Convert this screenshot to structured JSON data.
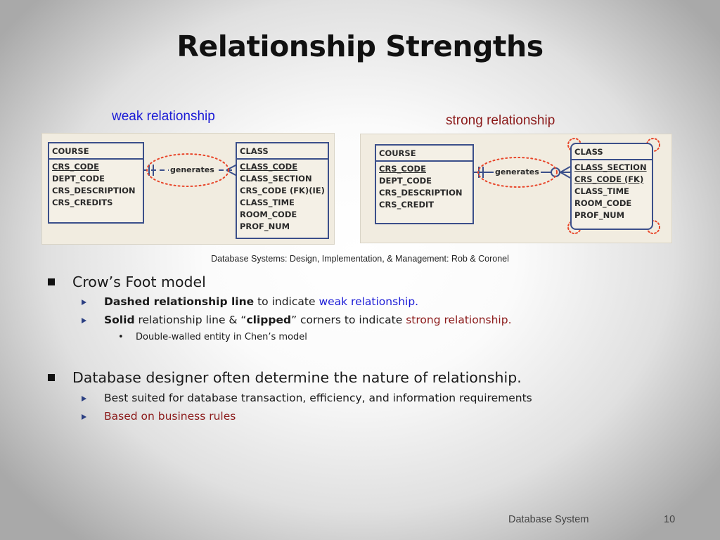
{
  "slide": {
    "title": "Relationship Strengths",
    "footer_text": "Database System",
    "page_number": "10"
  },
  "figure": {
    "weak_caption": "weak relationship",
    "strong_caption": "strong relationship",
    "citation": "Database Systems: Design, Implementation, & Management: Rob & Coronel",
    "weak": {
      "left_entity": {
        "name": "COURSE",
        "attributes": [
          "CRS_CODE",
          "DEPT_CODE",
          "CRS_DESCRIPTION",
          "CRS_CREDITS"
        ]
      },
      "right_entity": {
        "name": "CLASS",
        "attributes": [
          "CLASS_CODE",
          "CLASS_SECTION",
          "CRS_CODE (FK)(IE)",
          "CLASS_TIME",
          "ROOM_CODE",
          "PROF_NUM"
        ]
      },
      "relationship": "generates"
    },
    "strong": {
      "left_entity": {
        "name": "COURSE",
        "attributes": [
          "CRS_CODE",
          "DEPT_CODE",
          "CRS_DESCRIPTION",
          "CRS_CREDIT"
        ]
      },
      "right_entity": {
        "name": "CLASS",
        "attributes": [
          "CLASS_SECTION",
          "CRS_CODE (FK)",
          "CLASS_TIME",
          "ROOM_CODE",
          "PROF_NUM"
        ]
      },
      "relationship": "generates"
    }
  },
  "bullets": {
    "b1": {
      "text": "Crow’s Foot model",
      "s1": {
        "bold": "Dashed relationship line",
        "mid": " to indicate ",
        "colored": "weak relationship."
      },
      "s2": {
        "bold1": "Solid",
        "mid1": " relationship line & “",
        "bold2": "clipped",
        "mid2": "” corners to indicate ",
        "colored": "strong relationship."
      },
      "s3": {
        "marker": "•",
        "text": "Double-walled entity in Chen’s model"
      }
    },
    "b2": {
      "text": "Database designer often determine the nature of relationship.",
      "s1": "Best suited for database transaction, efficiency, and information requirements",
      "s2": "Based on business rules"
    }
  },
  "colors": {
    "weak_accent": "#1a1ad6",
    "strong_accent": "#8b1a1a",
    "entity_border": "#3b4f8a",
    "highlight_dots": "#e8462a"
  }
}
